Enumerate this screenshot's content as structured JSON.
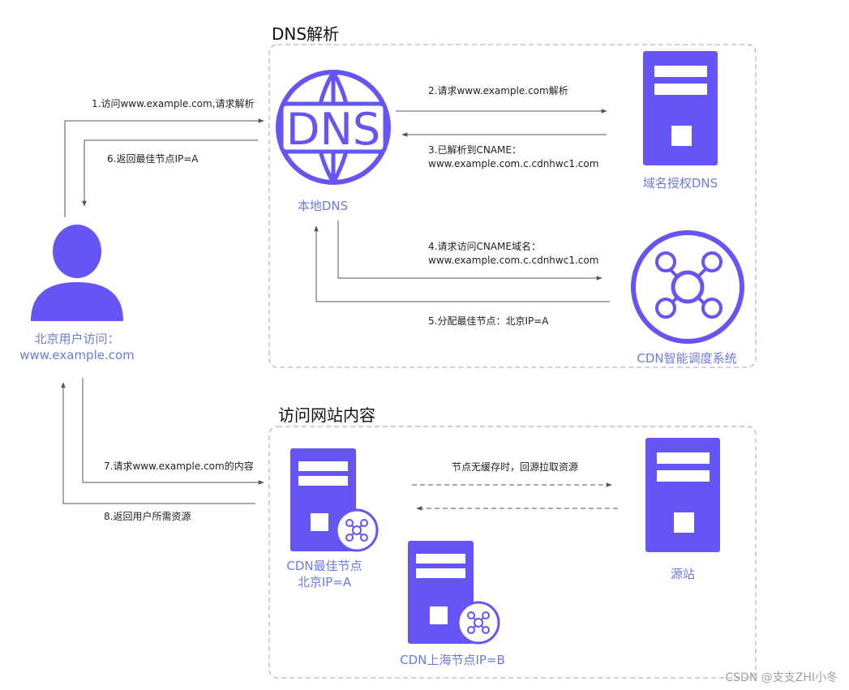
{
  "sections": {
    "dns": {
      "title": "DNS解析"
    },
    "content": {
      "title": "访问网站内容"
    }
  },
  "nodes": {
    "user": {
      "line1": "北京用户访问：",
      "line2": "www.example.com"
    },
    "local_dns": {
      "label": "本地DNS",
      "logo_text": "DNS"
    },
    "auth_dns": {
      "label": "域名授权DNS"
    },
    "cdn_scheduler": {
      "label": "CDN智能调度系统"
    },
    "cdn_best": {
      "line1": "CDN最佳节点",
      "line2": "北京IP=A"
    },
    "cdn_shanghai": {
      "label": "CDN上海节点IP=B"
    },
    "origin": {
      "label": "源站"
    }
  },
  "steps": {
    "s1": "1.访问www.example.com,请求解析",
    "s2": "2.请求www.example.com解析",
    "s3_line1": "3.已解析到CNAME：",
    "s3_line2": "www.example.com.c.cdnhwc1.com",
    "s4_line1": "4.请求访问CNAME域名：",
    "s4_line2": "www.example.com.c.cdnhwc1.com",
    "s5": "5.分配最佳节点：北京IP=A",
    "s6": "6.返回最佳节点IP=A",
    "s7": "7.请求www.example.com的内容",
    "s8": "8.返回用户所需资源",
    "s_miss": "节点无缓存时，回源拉取资源"
  },
  "watermark": "CSDN @支支ZHI小冬",
  "colors": {
    "accent": "#6655f5",
    "label_blue": "#6b7be0",
    "dashed_border": "#9aa0d8",
    "arrow": "#555555"
  }
}
